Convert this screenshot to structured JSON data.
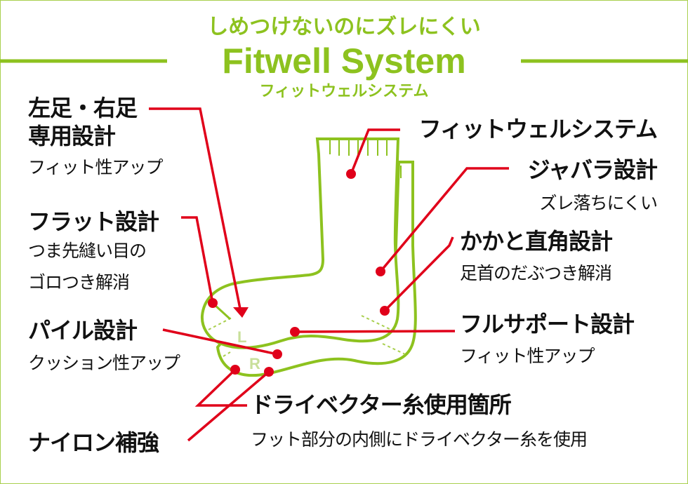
{
  "header": {
    "tagline": "しめつけないのにズレにくい",
    "title": "Fitwell System",
    "subtitle": "フィットウェルシステム"
  },
  "callouts": {
    "left_right": {
      "title_1": "左足・右足",
      "title_2": "専用設計",
      "desc": "フィット性アップ"
    },
    "flat": {
      "title": "フラット設計",
      "desc_1": "つま先縫い目の",
      "desc_2": "ゴロつき解消"
    },
    "pile": {
      "title": "パイル設計",
      "desc": "クッション性アップ"
    },
    "nylon": {
      "title": "ナイロン補強"
    },
    "fitwell": {
      "title": "フィットウェルシステム"
    },
    "bellows": {
      "title": "ジャバラ設計",
      "desc": "ズレ落ちにくい"
    },
    "heel": {
      "title": "かかと直角設計",
      "desc": "足首のだぶつき解消"
    },
    "support": {
      "title": "フルサポート設計",
      "desc": "フィット性アップ"
    },
    "dryvector": {
      "title": "ドライベクター糸使用箇所",
      "desc": "フット部分の内側にドライベクター糸を使用"
    }
  },
  "diagram": {
    "left_label": "L",
    "right_label": "R"
  },
  "colors": {
    "accent": "#8dc21f",
    "pointer": "#e0001a",
    "label_light": "#c8df9a"
  }
}
